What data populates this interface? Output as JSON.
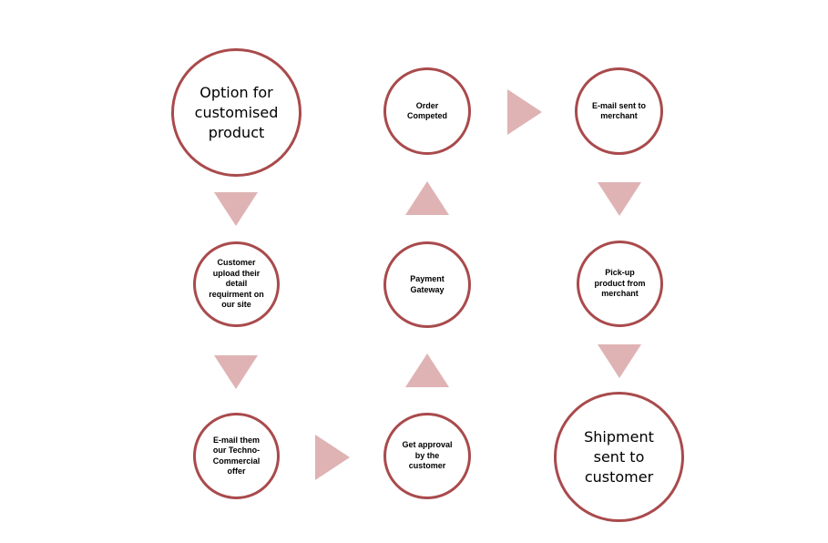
{
  "diagram": {
    "nodes": {
      "option_customised": "Option for\ncustomised\nproduct",
      "customer_upload": "Customer\nupload their\ndetail\nrequirment on\nour site",
      "email_offer": "E-mail them\nour Techno-\nCommercial\noffer",
      "get_approval": "Get approval\nby the\ncustomer",
      "payment_gateway": "Payment\nGateway",
      "order_completed": "Order\nCompeted",
      "email_merchant": "E-mail sent to\nmerchant",
      "pickup_product": "Pick-up\nproduct from\nmerchant",
      "shipment_sent": "Shipment\nsent to\ncustomer"
    },
    "colors": {
      "node_border": "#a94a4c",
      "arrow_fill": "#dfb3b4"
    }
  }
}
